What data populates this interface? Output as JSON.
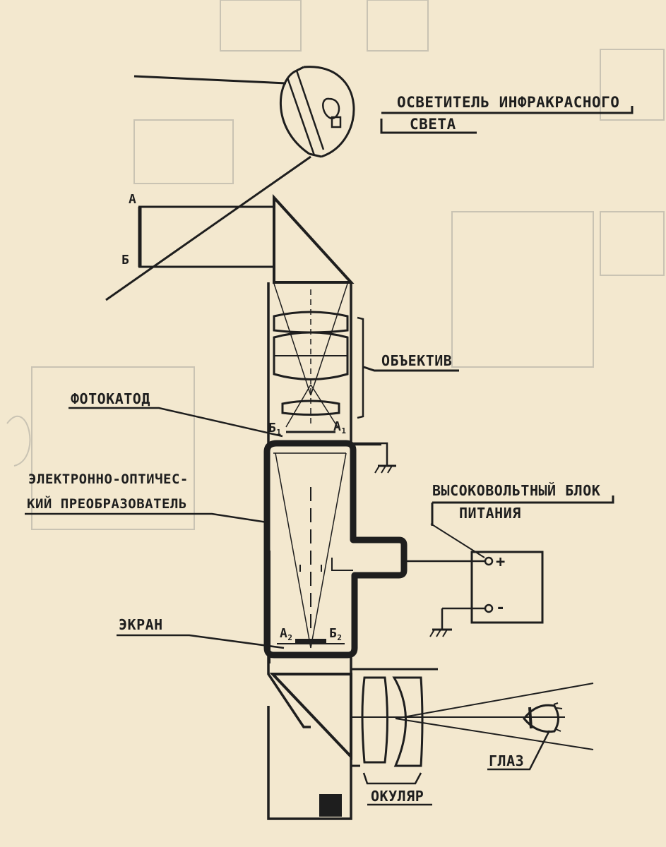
{
  "labels": {
    "illuminator_line1": "ОСВЕТИТЕЛЬ ИНФРАКРАСНОГО",
    "illuminator_line2": "СВЕТА",
    "point_a": "А",
    "point_b": "Б",
    "objective": "ОБЪЕКТИВ",
    "photocathode": "ФОТОКАТОД",
    "b1": "Б",
    "b1_sub": "1",
    "a1": "А",
    "a1_sub": "1",
    "converter_line1": "ЭЛЕКТРОННО-ОПТИЧЕС-",
    "converter_line2": "КИЙ ПРЕОБРАЗОВАТЕЛЬ",
    "hv_line1": "ВЫСОКОВОЛЬТНЫЙ БЛОК",
    "hv_line2": "ПИТАНИЯ",
    "plus": "+",
    "minus": "-",
    "screen": "ЭКРАН",
    "a2": "А",
    "a2_sub": "2",
    "b2": "Б",
    "b2_sub": "2",
    "eye": "ГЛАЗ",
    "eyepiece": "ОКУЛЯР"
  },
  "colors": {
    "paper": "#f3e8cf",
    "ink": "#1e1e1e",
    "bleed": "#c9c3b3"
  }
}
